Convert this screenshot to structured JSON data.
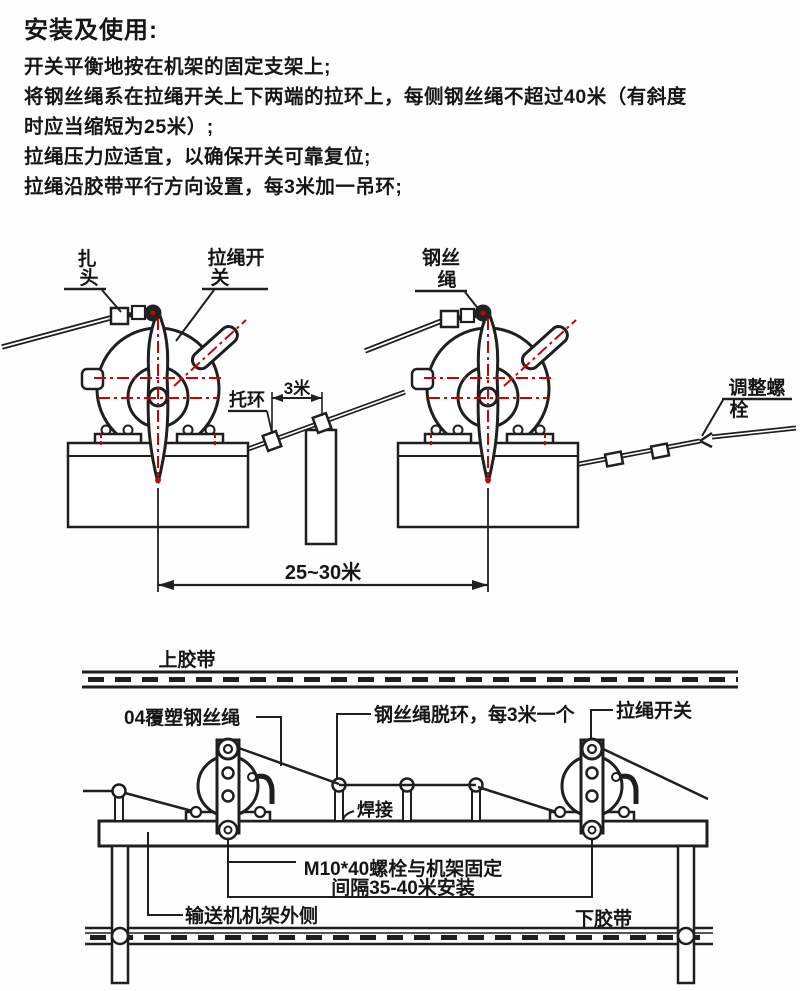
{
  "colors": {
    "ink": "#1f1f1f",
    "red": "#c40505",
    "background": "#fefefe"
  },
  "header": {
    "title": "安装及使用:",
    "lines": [
      "开关平衡地按在机架的固定支架上;",
      "将钢丝绳系在拉绳开关上下两端的拉环上，每侧钢丝绳不超过40米（有斜度",
      "时应当缩短为25米）;",
      "拉绳压力应适宜，以确保开关可靠复位;",
      "拉绳沿胶带平行方向设置，每3米加一吊环;"
    ]
  },
  "diagram1": {
    "labels": {
      "clamp_1": "扎",
      "clamp_2": "头",
      "switch_1": "拉绳开",
      "switch_2": "关",
      "rope_1": "钢丝",
      "rope_2": "绳",
      "adjust_1": "调整螺",
      "adjust_2": "栓",
      "ring": "托环",
      "dim_ring_spacing": "3米",
      "dim_switch_spacing": "25~30米"
    }
  },
  "diagram2": {
    "labels": {
      "top_belt": "上胶带",
      "coated_rope": "04覆塑钢丝绳",
      "ring_spacing": "钢丝绳脱环，每3米一个",
      "pull_switch": "拉绳开关",
      "weld": "焊接",
      "bolt_spec_1": "M10*40螺栓与机架固定",
      "bolt_spec_2": "间隔35-40米安装",
      "frame_outside": "输送机机架外侧",
      "bottom_belt": "下胶带"
    }
  }
}
